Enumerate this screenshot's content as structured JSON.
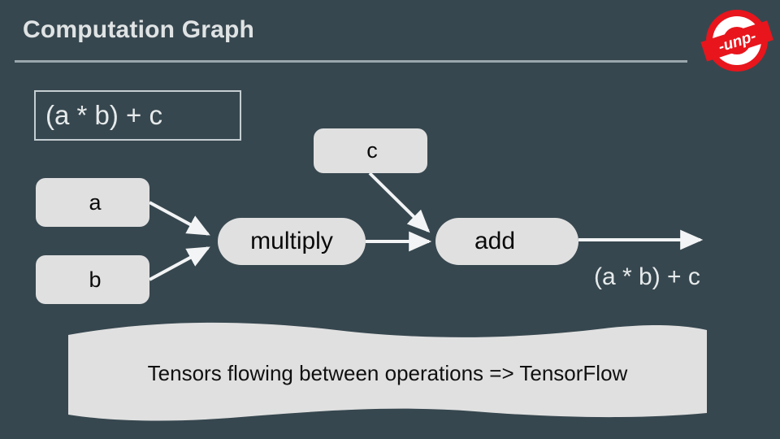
{
  "slide": {
    "title": "Computation Graph",
    "background_color": "#37474f",
    "title_color": "#dfe3e4",
    "rule_color": "#9aa8ad"
  },
  "logo": {
    "name": "unp-logo",
    "text": "-unp-",
    "circle_color": "#e8151c",
    "ring_color": "#ffffff",
    "banner_text_color": "#ffffff"
  },
  "formula": {
    "expression": "(a * b) + c",
    "border_color": "#c4ced2",
    "text_color": "#e6eaeb"
  },
  "graph": {
    "node_fill": "#e0e0e0",
    "node_text_color": "#0a0a0a",
    "edge_color": "#f2f4f5",
    "nodes": [
      {
        "id": "a",
        "label": "a",
        "shape": "rounded-rect"
      },
      {
        "id": "b",
        "label": "b",
        "shape": "rounded-rect"
      },
      {
        "id": "c",
        "label": "c",
        "shape": "rounded-rect"
      },
      {
        "id": "multiply",
        "label": "multiply",
        "shape": "pill"
      },
      {
        "id": "add",
        "label": "add",
        "shape": "pill"
      }
    ],
    "edges": [
      {
        "from": "a",
        "to": "multiply"
      },
      {
        "from": "b",
        "to": "multiply"
      },
      {
        "from": "multiply",
        "to": "add"
      },
      {
        "from": "c",
        "to": "add"
      },
      {
        "from": "add",
        "to": "output"
      }
    ],
    "output_label": "(a * b) + c"
  },
  "banner": {
    "text": "Tensors flowing between operations => TensorFlow",
    "fill_color": "#e0e0e0",
    "text_color": "#101010"
  }
}
